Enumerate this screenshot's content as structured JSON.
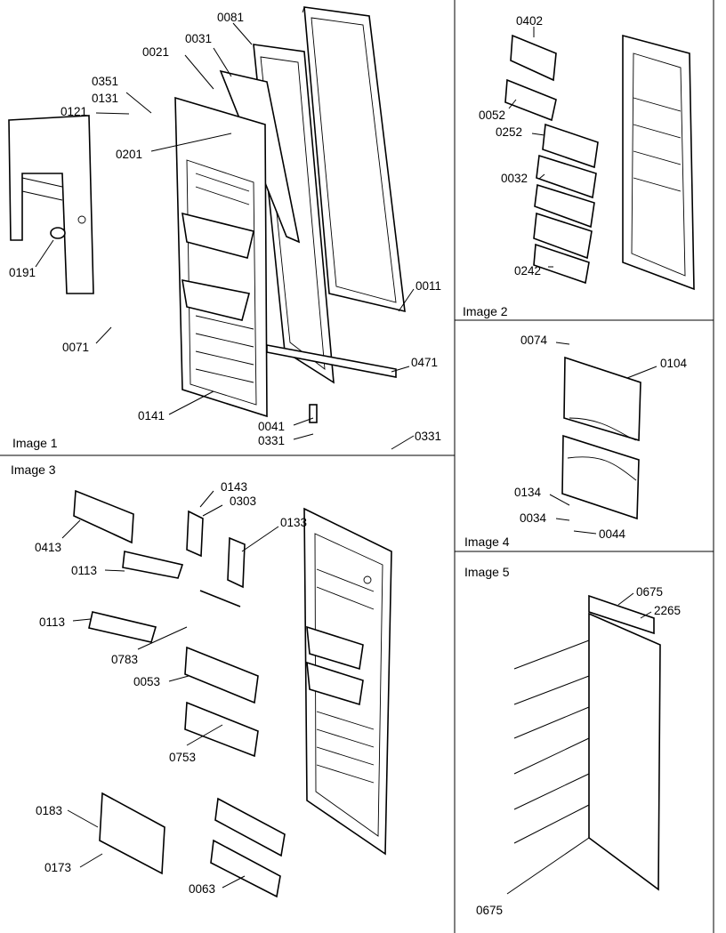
{
  "panels": [
    {
      "caption": "Image 1",
      "parts": [
        "0081",
        "0021",
        "0031",
        "0351",
        "0131",
        "0121",
        "0201",
        "0191",
        "0071",
        "0141",
        "0011",
        "0471",
        "0041",
        "0331",
        "0331"
      ]
    },
    {
      "caption": "Image 2",
      "parts": [
        "0402",
        "0052",
        "0252",
        "0032",
        "0242"
      ]
    },
    {
      "caption": "Image 3",
      "parts": [
        "0143",
        "0303",
        "0133",
        "0413",
        "0113",
        "0113",
        "0783",
        "0053",
        "0753",
        "0183",
        "0173",
        "0063"
      ]
    },
    {
      "caption": "Image 4",
      "parts": [
        "0074",
        "0104",
        "0134",
        "0034",
        "0044"
      ]
    },
    {
      "caption": "Image 5",
      "parts": [
        "0675",
        "2265",
        "0675"
      ]
    }
  ]
}
